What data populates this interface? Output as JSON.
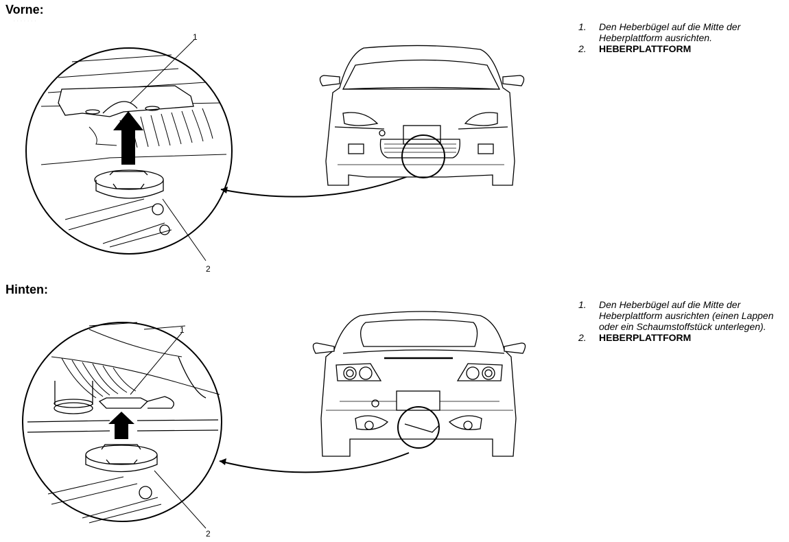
{
  "sections": [
    {
      "heading": "Vorne:",
      "subcaption": "· · · · · · ·",
      "callouts": [
        "1",
        "2"
      ],
      "instructions": [
        {
          "number": "1.",
          "text": "Den Heberbügel auf die Mitte der Heberplattform ausrichten.",
          "style": "italic"
        },
        {
          "number": "2.",
          "text": "HEBERPLATTFORM",
          "style": "bold"
        }
      ]
    },
    {
      "heading": "Hinten:",
      "callouts": [
        "1",
        "2"
      ],
      "instructions": [
        {
          "number": "1.",
          "text": "Den Heberbügel auf die Mitte der Heberplattform ausrichten (einen Lappen oder ein Schaumstoffstück unterlegen).",
          "style": "italic"
        },
        {
          "number": "2.",
          "text": "HEBERPLATTFORM",
          "style": "bold"
        }
      ]
    }
  ],
  "illustrations": {
    "front_detail": "front-lift-point-detail",
    "front_car": "car-front-view",
    "rear_detail": "rear-lift-point-detail",
    "rear_car": "car-rear-view"
  }
}
